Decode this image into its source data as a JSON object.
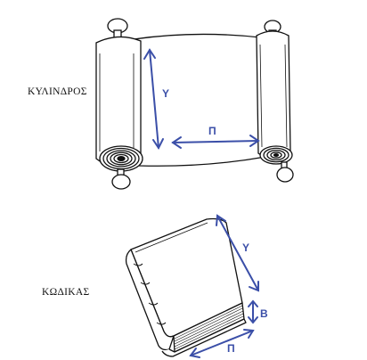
{
  "scroll": {
    "label": "ΚΥΛΙΝΔΡΟΣ",
    "height_label": "Υ",
    "width_label": "Π"
  },
  "codex": {
    "label": "ΚΩΔΙΚΑΣ",
    "height_label": "Υ",
    "thickness_label": "Β",
    "width_label": "Π"
  },
  "colors": {
    "ink": "#111111",
    "dimension": "#3b4fa8"
  }
}
